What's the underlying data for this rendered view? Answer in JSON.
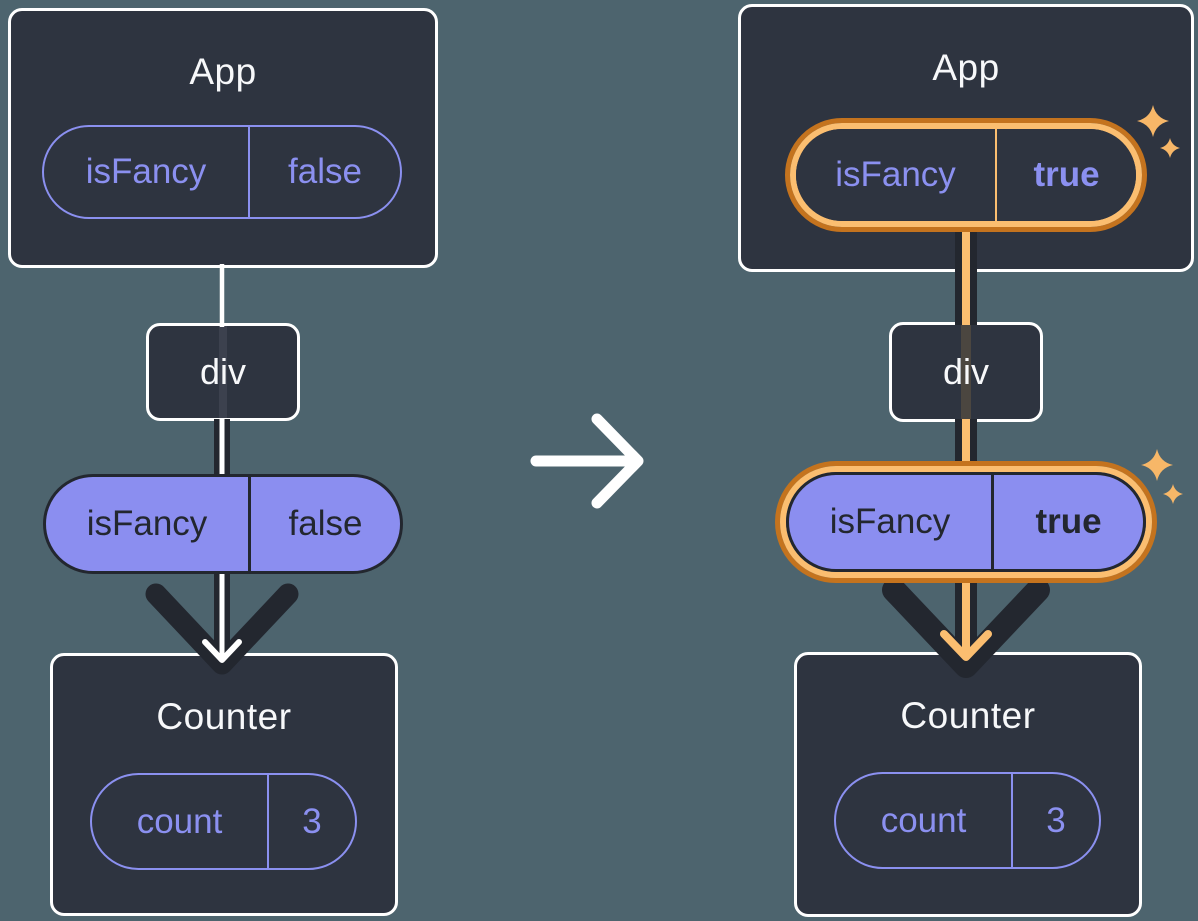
{
  "colors": {
    "background": "#4D646E",
    "node_fill": "#2E3440",
    "node_border": "#FFFFFF",
    "title_text": "#F7F8FA",
    "purple_text": "#8B90F0",
    "purple_pill_fill": "#8B8EF0",
    "dark_arrow": "#23272F",
    "highlight_ring_outer": "#C4731E",
    "highlight_ring_inner": "#FBBE70",
    "sparkle": "#F7B768",
    "transition_arrow": "#FFFFFF"
  },
  "left_tree": {
    "app": {
      "title": "App",
      "prop": {
        "name": "isFancy",
        "value": "false"
      }
    },
    "div": {
      "label": "div"
    },
    "passed_prop": {
      "name": "isFancy",
      "value": "false"
    },
    "counter": {
      "title": "Counter",
      "state": {
        "name": "count",
        "value": "3"
      }
    }
  },
  "right_tree": {
    "app": {
      "title": "App",
      "prop": {
        "name": "isFancy",
        "value": "true"
      }
    },
    "div": {
      "label": "div"
    },
    "passed_prop": {
      "name": "isFancy",
      "value": "true"
    },
    "counter": {
      "title": "Counter",
      "state": {
        "name": "count",
        "value": "3"
      }
    }
  }
}
